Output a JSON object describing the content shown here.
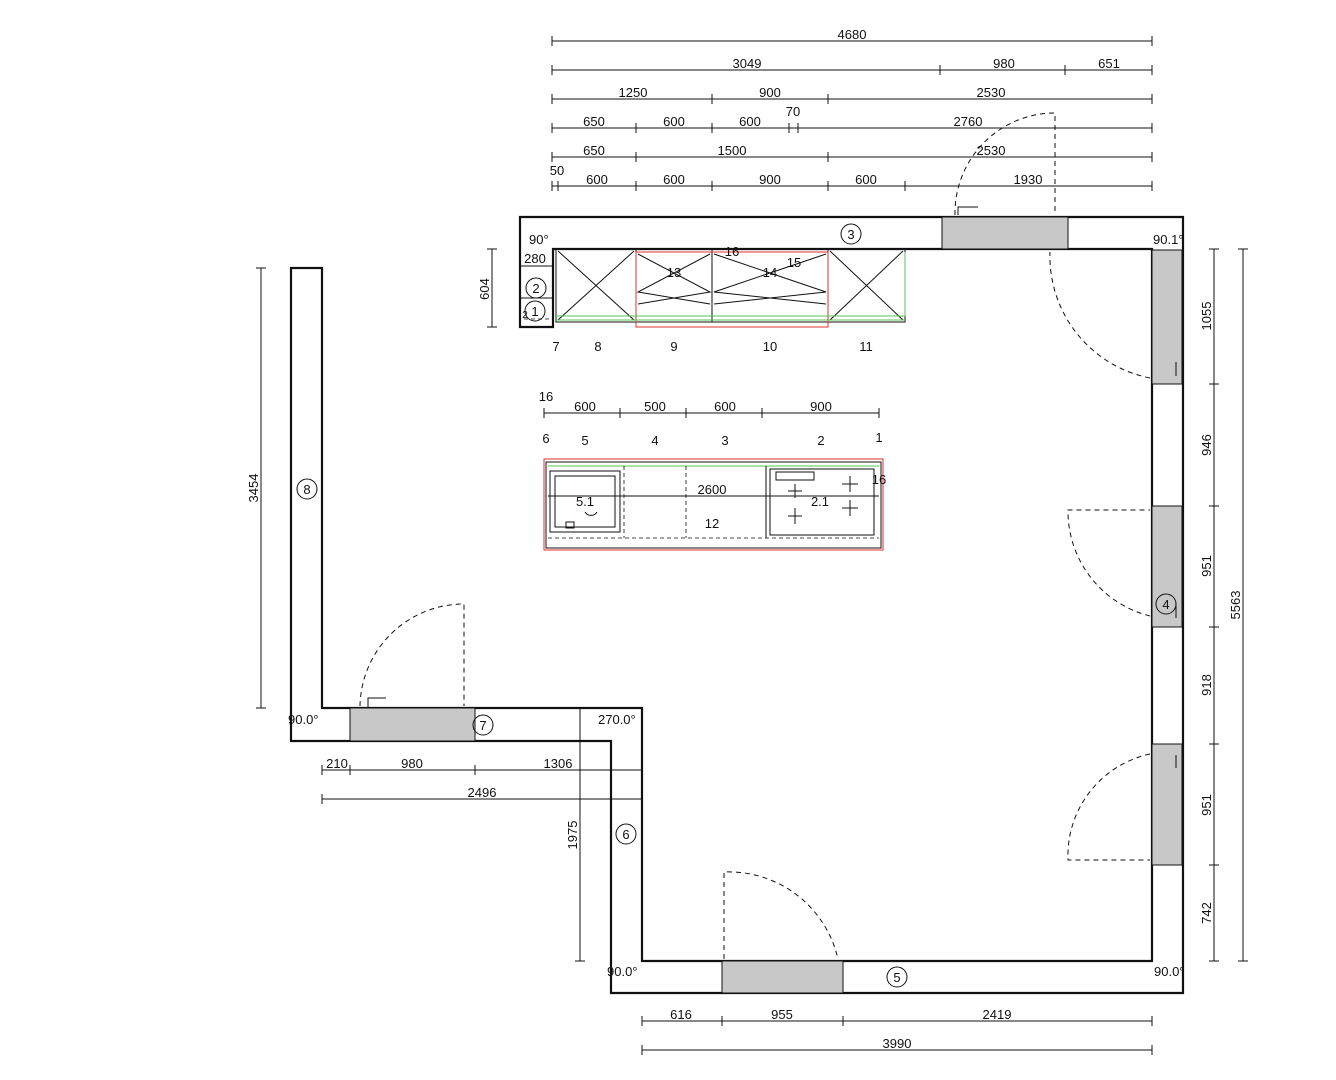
{
  "dims_top": {
    "r1": [
      "4680"
    ],
    "r2": [
      "3049",
      "980",
      "651"
    ],
    "r3": [
      "1250",
      "900",
      "2530"
    ],
    "r4": [
      "650",
      "600",
      "600",
      "70",
      "2760"
    ],
    "r5": [
      "650",
      "1500",
      "2530"
    ],
    "r6": [
      "50",
      "600",
      "600",
      "900",
      "600",
      "1930"
    ]
  },
  "dims_island": [
    "16",
    "600",
    "500",
    "600",
    "900"
  ],
  "dims_left": {
    "wall8": "3454",
    "cab_depth": "604",
    "seg_1975": "1975"
  },
  "dims_right": [
    "1055",
    "946",
    "951",
    "918",
    "951",
    "742"
  ],
  "dims_right_total": "5563",
  "dims_bottom": [
    "616",
    "955",
    "2419"
  ],
  "dims_bottom_total": "3990",
  "dims_lower_left": [
    "210",
    "980",
    "1306"
  ],
  "dims_lower_left_total": "2496",
  "dim_280": "280",
  "angles": {
    "a90_top": "90°",
    "a90_1_top_right": "90.1°",
    "a90_left": "90.0°",
    "a270": "270.0°",
    "a90_bottom_left": "90.0°",
    "a90_bottom_right": "90.0°"
  },
  "wall_numbers": {
    "w1": "1",
    "w2": "2",
    "w3": "3",
    "w4": "4",
    "w5": "5",
    "w6": "6",
    "w7": "7",
    "w8": "8"
  },
  "cabinet_labels_top": [
    "7",
    "8",
    "9",
    "10",
    "11"
  ],
  "wall_unit_labels": [
    "13",
    "14",
    "15",
    "16"
  ],
  "island_labels_top": [
    "6",
    "5",
    "4",
    "3",
    "2",
    "1"
  ],
  "island_inner": {
    "sink": "5.1",
    "hob": "2.1",
    "length": "2600",
    "cabinet": "12",
    "edge": "16"
  },
  "small_labels": {
    "two_marker": "2"
  }
}
